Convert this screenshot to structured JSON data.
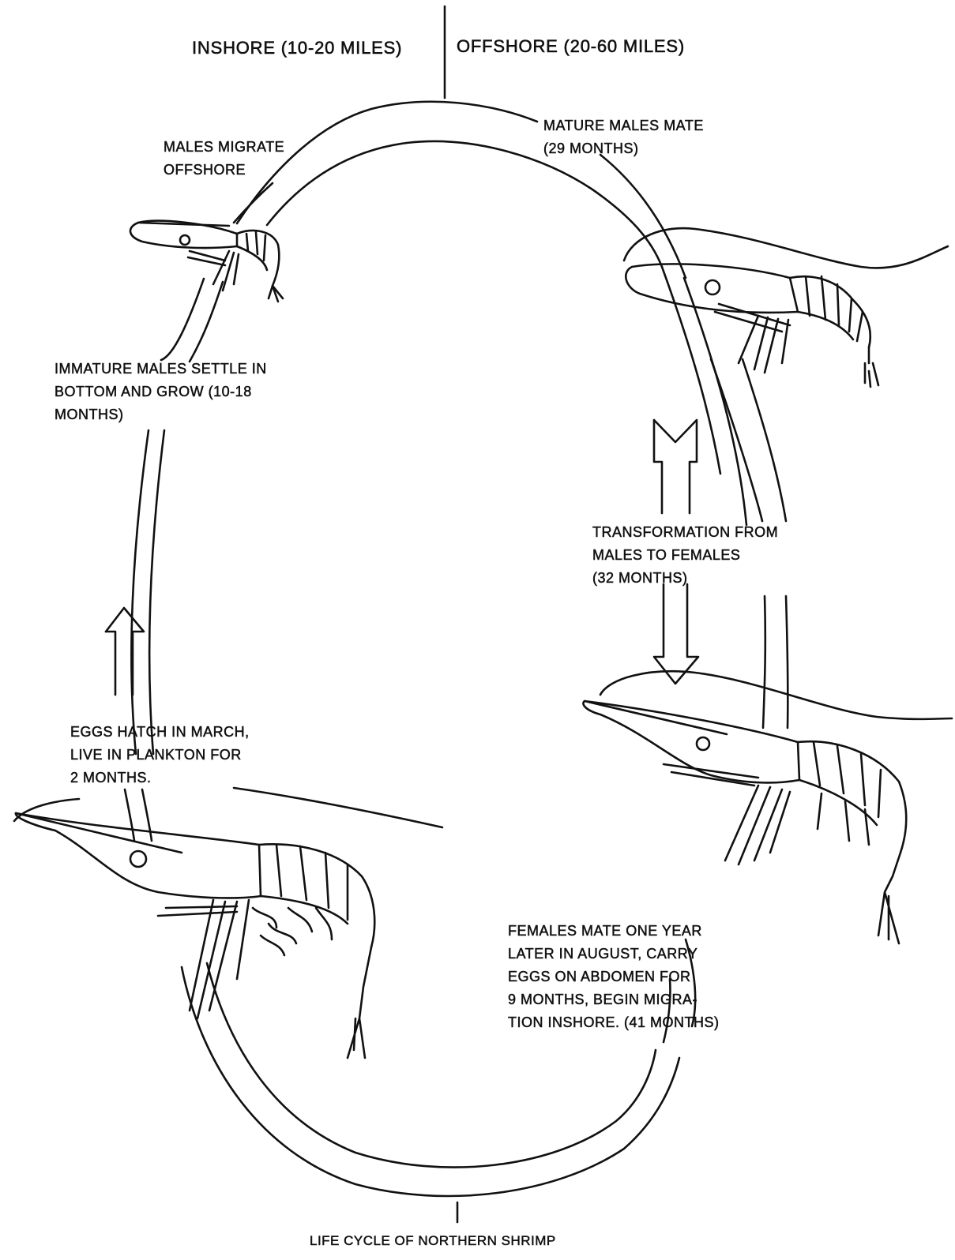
{
  "headers": {
    "inshore": "INSHORE (10-20 MILES)",
    "offshore": "OFFSHORE (20-60 MILES)"
  },
  "stages": {
    "males_migrate": [
      "MALES MIGRATE",
      "OFFSHORE"
    ],
    "mature_males": [
      "MATURE MALES MATE",
      "(29 MONTHS)"
    ],
    "immature_males": [
      "IMMATURE MALES SETTLE IN",
      "BOTTOM AND GROW (10-18",
      "MONTHS)"
    ],
    "transformation": [
      "TRANSFORMATION FROM",
      "MALES TO FEMALES",
      "(32 MONTHS)"
    ],
    "eggs_hatch": [
      "EGGS HATCH IN MARCH,",
      "LIVE IN PLANKTON FOR",
      "2 MONTHS."
    ],
    "females_mate": [
      "FEMALES MATE ONE YEAR",
      "LATER IN AUGUST, CARRY",
      "EGGS ON ABDOMEN FOR",
      "9 MONTHS, BEGIN MIGRA-",
      "TION INSHORE. (41 MONTHS)"
    ]
  },
  "caption": "LIFE CYCLE OF NORTHERN SHRIMP"
}
